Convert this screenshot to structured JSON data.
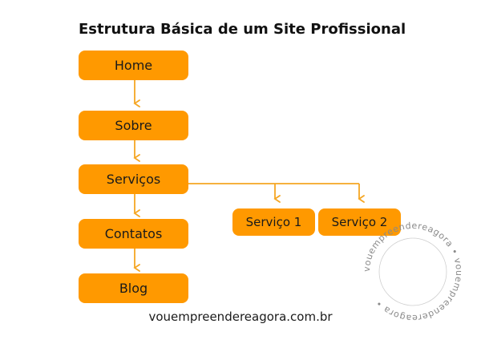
{
  "title": "Estrutura Básica de um Site Profissional",
  "nodes": {
    "home": "Home",
    "sobre": "Sobre",
    "servicos": "Serviços",
    "contatos": "Contatos",
    "blog": "Blog",
    "servico1": "Serviço 1",
    "servico2": "Serviço 2"
  },
  "footer": "vouempreendereagora.com.br",
  "watermark": "vouempreendereagora • vouempreendereagora • ",
  "colors": {
    "node_fill": "#FF9900",
    "connector": "#F5A623",
    "text": "#1A1A1A"
  }
}
